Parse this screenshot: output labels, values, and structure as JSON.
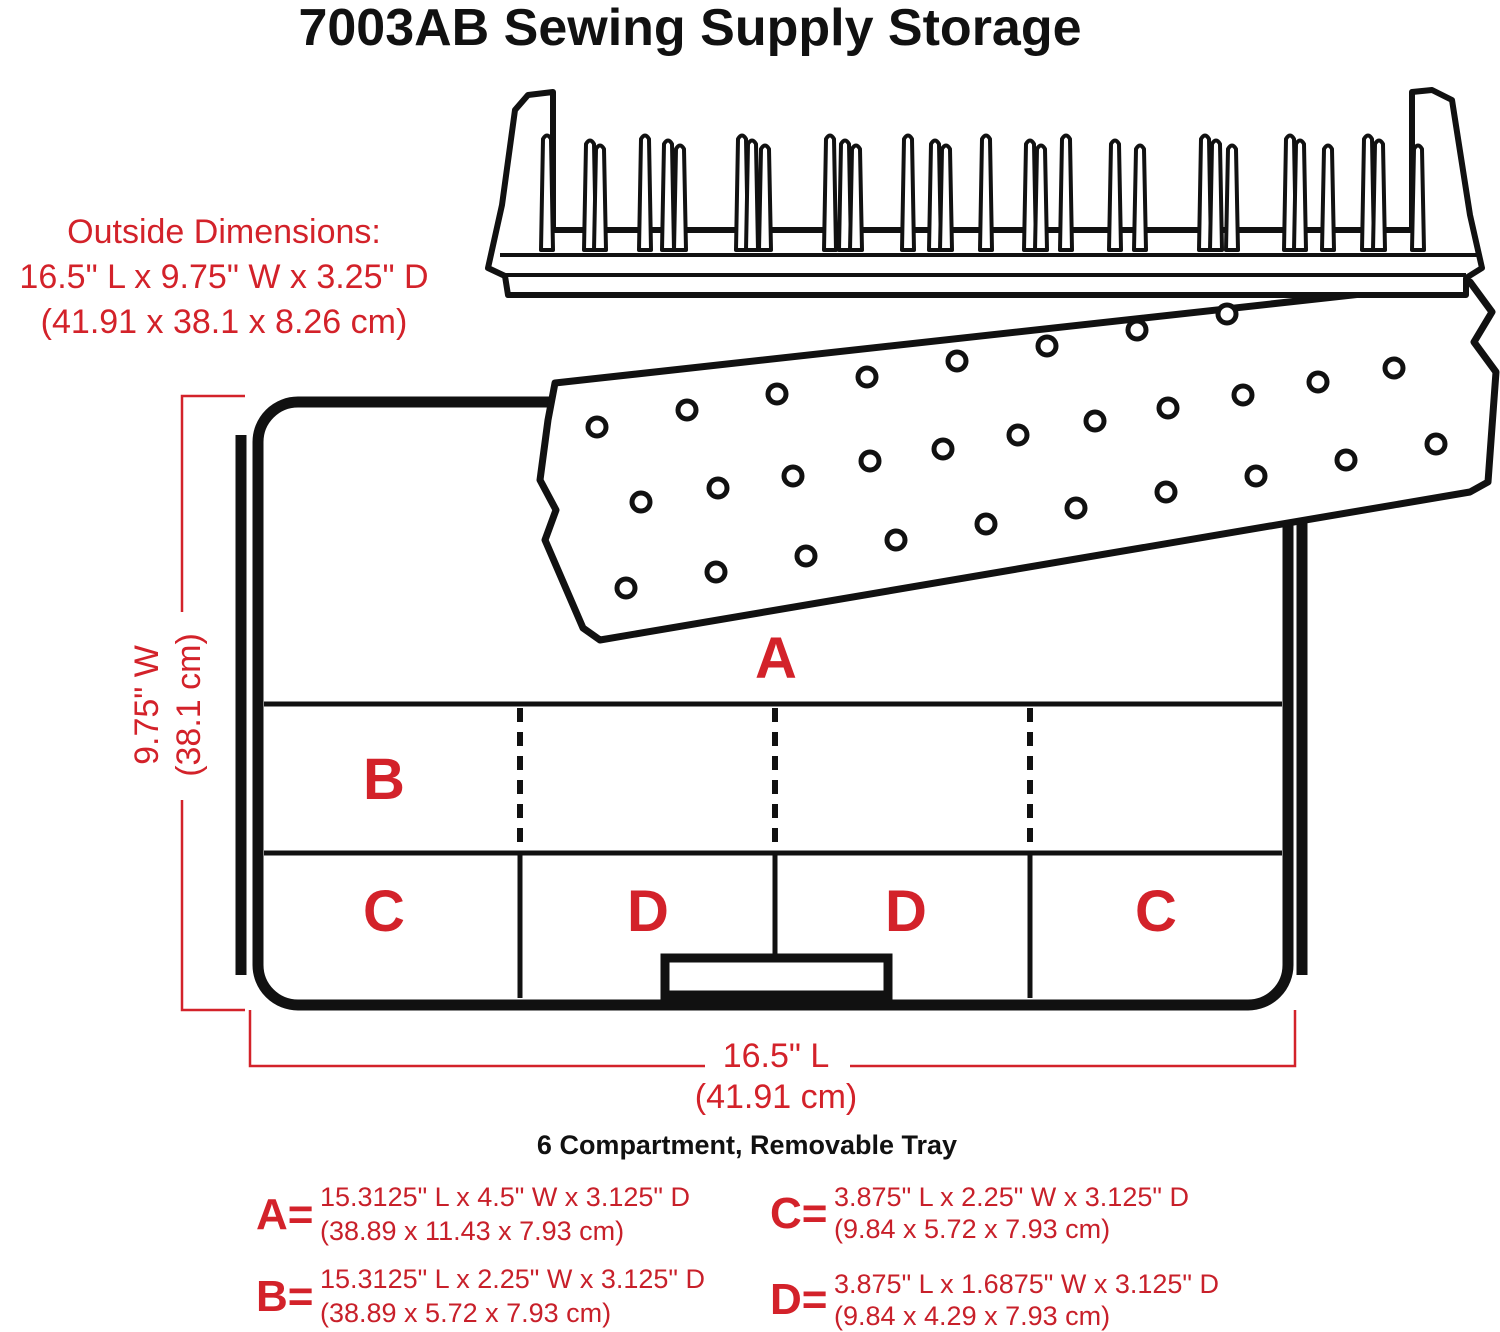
{
  "title": "7003AB Sewing Supply Storage",
  "outside_dimensions": {
    "heading": "Outside Dimensions:",
    "imperial": "16.5\" L x 9.75\" W x 3.25\" D",
    "metric": "(41.91 x 38.1 x 8.26 cm)"
  },
  "width_dimension": {
    "imperial": "9.75\" W",
    "metric": "(38.1 cm)"
  },
  "length_dimension": {
    "imperial": "16.5\" L",
    "metric": "(41.91 cm)"
  },
  "compartment_labels": {
    "a": "A",
    "b": "B",
    "c_left": "C",
    "d_left": "D",
    "d_right": "D",
    "c_right": "C"
  },
  "subtitle": "6 Compartment, Removable Tray",
  "legend": [
    {
      "letter": "A=",
      "imperial": "15.3125\" L x 4.5\" W x 3.125\" D",
      "metric": "(38.89 x 11.43 x 7.93 cm)"
    },
    {
      "letter": "B=",
      "imperial": "15.3125\" L x 2.25\" W x 3.125\" D",
      "metric": "(38.89 x 5.72 x 7.93 cm)"
    },
    {
      "letter": "C=",
      "imperial": "3.875\" L x 2.25\" W x 3.125\" D",
      "metric": "(9.84 x 5.72 x 7.93 cm)"
    },
    {
      "letter": "D=",
      "imperial": "3.875\" L x 1.6875\" W x 3.125\" D",
      "metric": "(9.84 x 4.29 x 7.93 cm)"
    }
  ],
  "colors": {
    "accent_red": "#d3222a",
    "outline": "#111111"
  }
}
